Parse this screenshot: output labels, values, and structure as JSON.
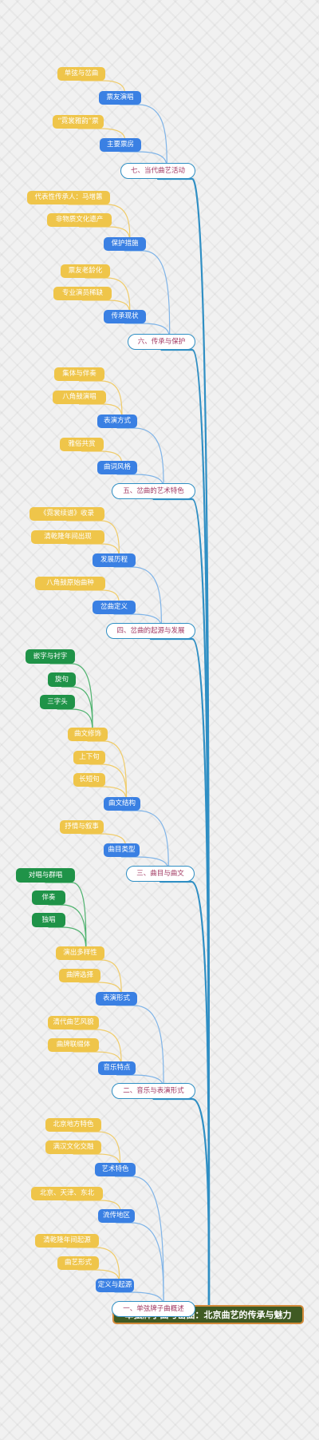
{
  "colors": {
    "root_bg": "#3f5a23",
    "root_border": "#d38a3a",
    "section_border": "#2f8fc4",
    "section_text": "#a23a63",
    "blue_node": "#3a80e3",
    "yellow_node": "#efc54a",
    "green_node": "#1f9348",
    "trunk_line": "#2f8fc4",
    "blue_line": "#7fb4e8",
    "yellow_line": "#f0cc6a",
    "green_line": "#4fb36f"
  },
  "mindmap": {
    "root": "单弦牌子曲与岔曲：北京曲艺的传承与魅力",
    "sections": [
      {
        "label": "一、单弦牌子曲概述",
        "children": [
          {
            "label": "定义与起源",
            "children": [
              {
                "label": "曲艺形式"
              },
              {
                "label": "清乾隆年间起源"
              }
            ]
          },
          {
            "label": "流传地区",
            "children": [
              {
                "label": "北京、天津、东北"
              }
            ]
          },
          {
            "label": "艺术特色",
            "children": [
              {
                "label": "满汉文化交融"
              },
              {
                "label": "北京地方特色"
              }
            ]
          }
        ]
      },
      {
        "label": "二、音乐与表演形式",
        "children": [
          {
            "label": "音乐特点",
            "children": [
              {
                "label": "曲牌联缀体"
              },
              {
                "label": "清代曲艺风貌"
              }
            ]
          },
          {
            "label": "表演形式",
            "children": [
              {
                "label": "曲牌选择"
              },
              {
                "label": "演出多样性",
                "children": [
                  {
                    "label": "独唱"
                  },
                  {
                    "label": "伴奏"
                  },
                  {
                    "label": "对唱与群唱"
                  }
                ]
              }
            ]
          }
        ]
      },
      {
        "label": "三、曲目与曲文",
        "children": [
          {
            "label": "曲目类型",
            "children": [
              {
                "label": "抒情与叙事"
              }
            ]
          },
          {
            "label": "曲文结构",
            "children": [
              {
                "label": "长短句"
              },
              {
                "label": "上下句"
              },
              {
                "label": "曲文修饰",
                "children": [
                  {
                    "label": "三字头"
                  },
                  {
                    "label": "旋句"
                  },
                  {
                    "label": "嵌字与衬字"
                  }
                ]
              }
            ]
          }
        ]
      },
      {
        "label": "四、岔曲的起源与发展",
        "children": [
          {
            "label": "岔曲定义",
            "children": [
              {
                "label": "八角鼓原始曲种"
              }
            ]
          },
          {
            "label": "发展历程",
            "children": [
              {
                "label": "清乾隆年间出现"
              },
              {
                "label": "《霓裳续谱》收录"
              }
            ]
          }
        ]
      },
      {
        "label": "五、岔曲的艺术特色",
        "children": [
          {
            "label": "曲词风格",
            "children": [
              {
                "label": "雅俗共赏"
              }
            ]
          },
          {
            "label": "表演方式",
            "children": [
              {
                "label": "八角鼓演唱"
              },
              {
                "label": "集体与伴奏"
              }
            ]
          }
        ]
      },
      {
        "label": "六、传承与保护",
        "children": [
          {
            "label": "传承现状",
            "children": [
              {
                "label": "专业演员稀缺"
              },
              {
                "label": "票友老龄化"
              }
            ]
          },
          {
            "label": "保护措施",
            "children": [
              {
                "label": "非物质文化遗产"
              },
              {
                "label": "代表性传承人：马增蕙"
              }
            ]
          }
        ]
      },
      {
        "label": "七、当代曲艺活动",
        "children": [
          {
            "label": "主要票房",
            "children": [
              {
                "label": "“霓裳雅韵”票"
              }
            ]
          },
          {
            "label": "票友演唱",
            "children": [
              {
                "label": "单弦与岔曲"
              }
            ]
          }
        ]
      }
    ]
  }
}
